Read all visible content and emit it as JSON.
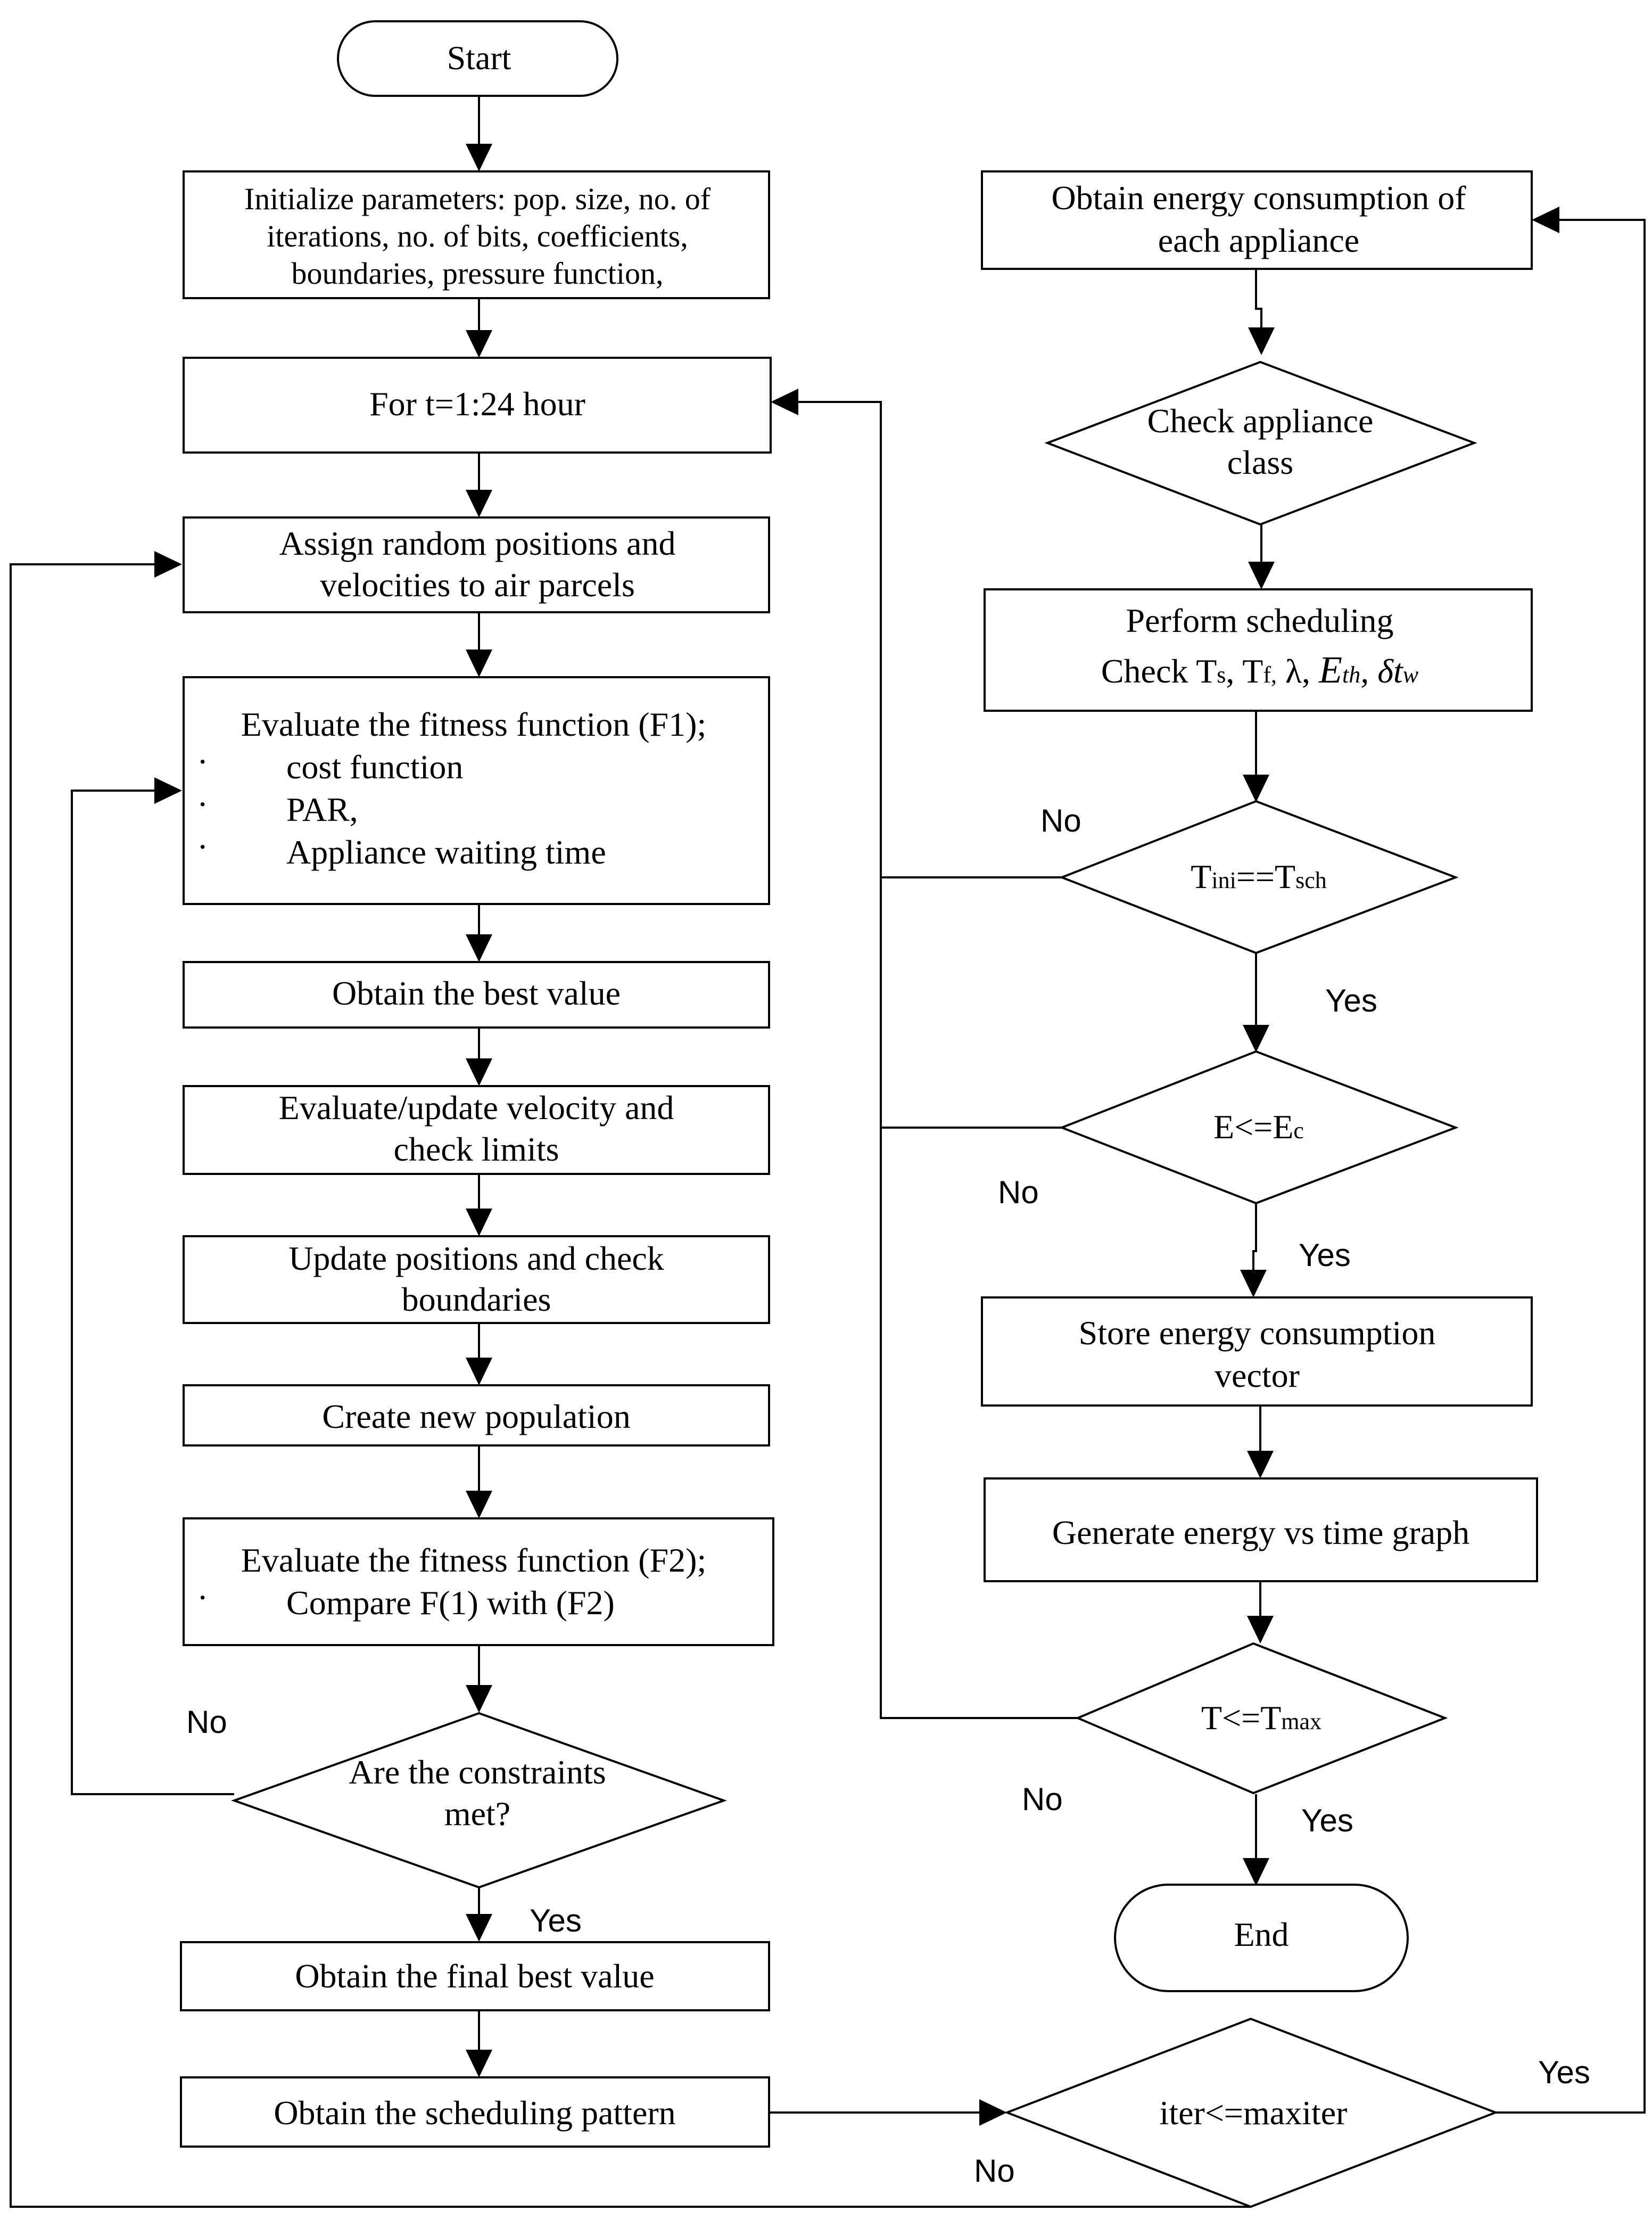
{
  "nodes": {
    "start": "Start",
    "init": [
      "Initialize parameters: pop. size, no. of",
      "iterations, no. of bits, coefficients,",
      "boundaries, pressure function,"
    ],
    "for_t": "For t=1:24 hour",
    "assign": [
      "Assign random positions and",
      "velocities to air parcels"
    ],
    "eval_f1": {
      "title": "Evaluate the fitness function (F1);",
      "bullet": "·",
      "items": [
        "cost function",
        "PAR,",
        "Appliance waiting time"
      ]
    },
    "best": "Obtain the best value",
    "velocity": [
      "Evaluate/update velocity and",
      "check limits"
    ],
    "positions": [
      "Update positions and check",
      "boundaries"
    ],
    "new_pop": "Create new population",
    "eval_f2": {
      "title": "Evaluate the fitness function (F2);",
      "bullet": "·",
      "item": "Compare F(1) with (F2)"
    },
    "constraints": [
      "Are the constraints",
      "met?"
    ],
    "final_best": "Obtain the final best value",
    "pattern": "Obtain the scheduling pattern",
    "iter": "iter<=maxiter",
    "energy": [
      "Obtain energy consumption of",
      "each appliance"
    ],
    "class": [
      "Check appliance",
      "class"
    ],
    "perform": {
      "line1": "Perform scheduling",
      "check": "Check T",
      "s": "s",
      "comma": ", T",
      "f": "f,",
      "lambda": " λ, ",
      "E": "E",
      "th": "th",
      "delta": ", δt",
      "w": "w"
    },
    "tini": {
      "T": "T",
      "ini": "ini",
      "eq": "==T",
      "sch": "sch"
    },
    "ec": {
      "E": "E<=E",
      "c": "c"
    },
    "store": [
      "Store energy consumption",
      "vector"
    ],
    "graph": "Generate energy vs time graph",
    "tmax": {
      "T": "T<=T",
      "max": "max"
    },
    "end": "End"
  },
  "edge_labels": {
    "no": "No",
    "yes": "Yes"
  }
}
